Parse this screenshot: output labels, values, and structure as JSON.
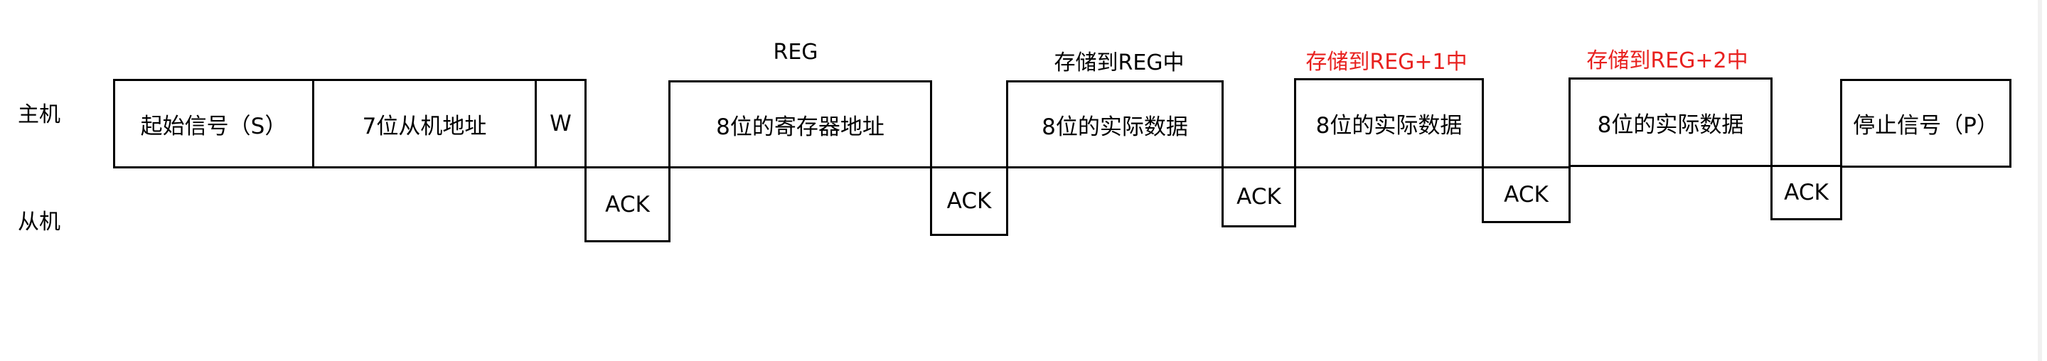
{
  "colors": {
    "line": "#000000",
    "highlight": "#e8211f",
    "background": "#ffffff"
  },
  "rows": {
    "master": "主机",
    "slave": "从机"
  },
  "master_fields": {
    "start": "起始信号（S）",
    "address": "7位从机地址",
    "write": "W",
    "register_address": "8位的寄存器地址",
    "data1": "8位的实际数据",
    "data2": "8位的实际数据",
    "data3": "8位的实际数据",
    "stop": "停止信号（P）"
  },
  "slave_fields": {
    "ack1": "ACK",
    "ack2": "ACK",
    "ack3": "ACK",
    "ack4": "ACK",
    "ack5": "ACK"
  },
  "captions": {
    "reg": "REG",
    "store_reg": "存储到REG中",
    "store_reg1": "存储到REG+1中",
    "store_reg2": "存储到REG+2中"
  }
}
